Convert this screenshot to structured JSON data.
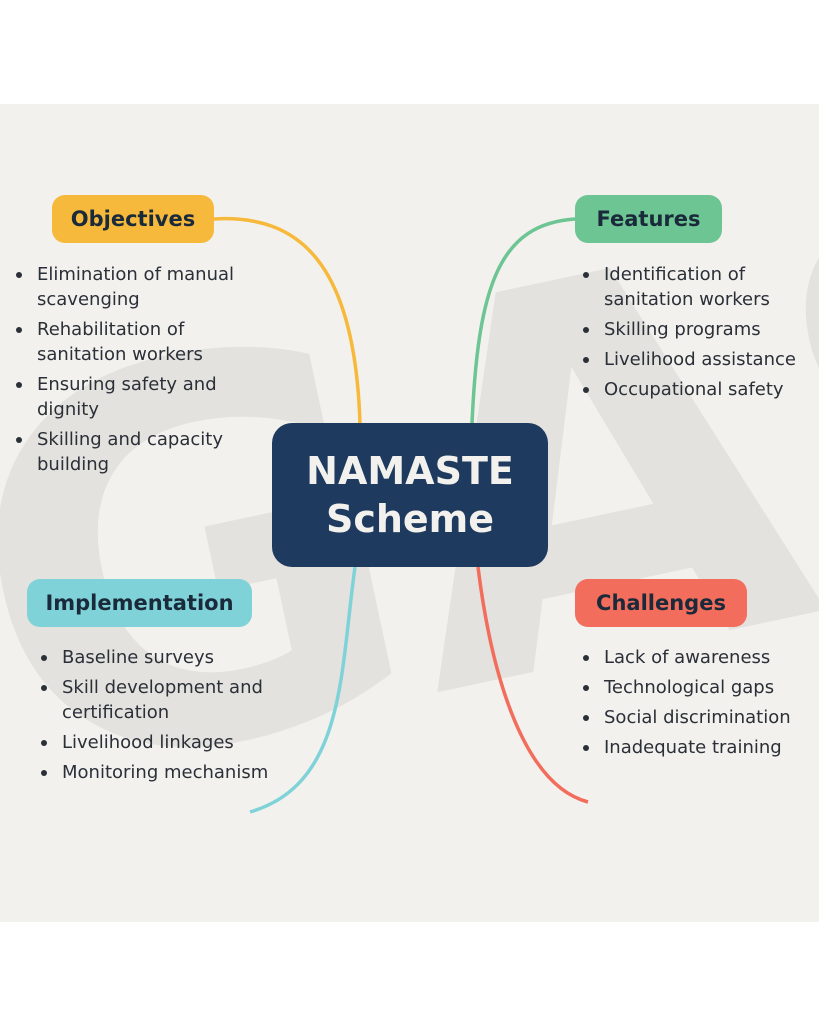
{
  "center": {
    "line1": "NAMASTE",
    "line2": "Scheme",
    "color": "#1e3a5f"
  },
  "watermark": {
    "text": "GAS"
  },
  "branches": {
    "objectives": {
      "label": "Objectives",
      "color": "#f6b93b",
      "items": [
        "Elimination of manual scavenging",
        "Rehabilitation of sanitation workers",
        "Ensuring safety and dignity",
        "Skilling and capacity building"
      ]
    },
    "features": {
      "label": "Features",
      "color": "#6cc593",
      "items": [
        "Identification of sanitation workers",
        "Skilling programs",
        "Livelihood assistance",
        "Occupational safety"
      ]
    },
    "implementation": {
      "label": "Implementation",
      "color": "#7fd3d8",
      "items": [
        "Baseline surveys",
        "Skill development and certification",
        "Livelihood linkages",
        "Monitoring mechanism"
      ]
    },
    "challenges": {
      "label": "Challenges",
      "color": "#f26d5b",
      "items": [
        "Lack of awareness",
        "Technological gaps",
        "Social discrimination",
        "Inadequate training"
      ]
    }
  }
}
